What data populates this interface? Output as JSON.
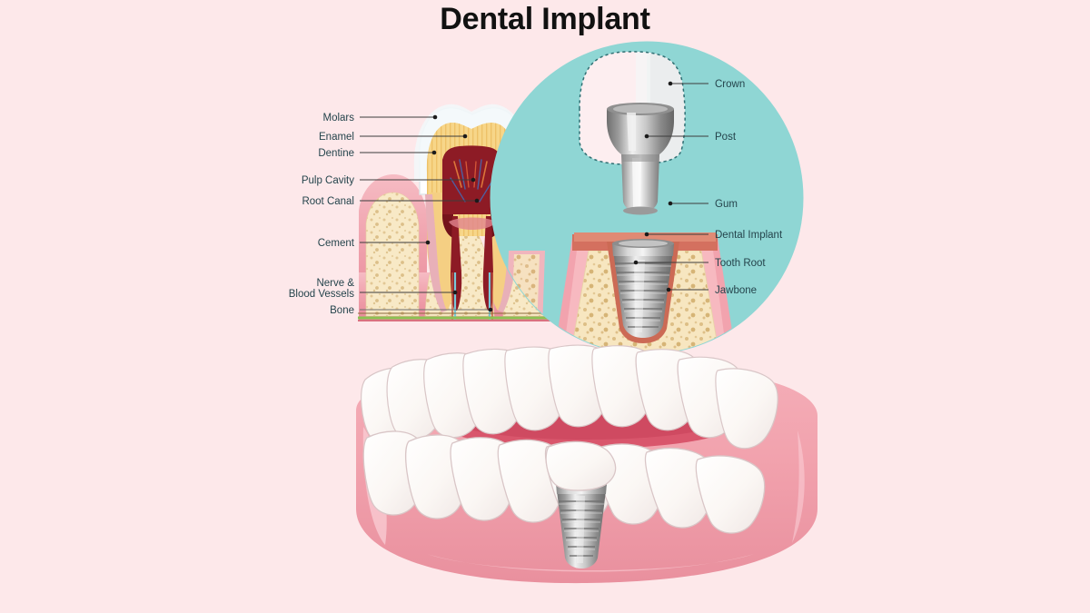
{
  "page": {
    "title": "Dental Implant",
    "background_color": "#fde8ea"
  },
  "colors": {
    "background": "#fde8ea",
    "inset_circle": "#8fd6d4",
    "label_text": "#25444c",
    "title_text": "#111111",
    "gum_pink": "#f0a7b1",
    "gum_deep": "#d9556a",
    "tooth_white": "#fdfdfb",
    "bone_cream": "#f7e7c3",
    "enamel": "#ffffff",
    "dentine_yellow": "#f6d27f",
    "pulp_red": "#8d1b25",
    "metal_gray": "#9a9a9a",
    "metal_dark": "#6e6e6e",
    "metal_light": "#e3e3e3",
    "connector_teal": "#7ecbc9"
  },
  "left_labels": [
    {
      "text": "Molars",
      "lines": [
        "Molars"
      ]
    },
    {
      "text": "Enamel",
      "lines": [
        "Enamel"
      ]
    },
    {
      "text": "Dentine",
      "lines": [
        "Dentine"
      ]
    },
    {
      "text": "Pulp Cavity",
      "lines": [
        "Pulp Cavity"
      ]
    },
    {
      "text": "Root Canal",
      "lines": [
        "Root Canal"
      ]
    },
    {
      "text": "Cement",
      "lines": [
        "Cement"
      ]
    },
    {
      "text": "Nerve & Blood Vessels",
      "lines": [
        "Nerve &",
        "Blood Vessels"
      ]
    },
    {
      "text": "Bone",
      "lines": [
        "Bone"
      ]
    }
  ],
  "right_labels": [
    {
      "text": "Crown"
    },
    {
      "text": "Post"
    },
    {
      "text": "Gum"
    },
    {
      "text": "Dental Implant"
    },
    {
      "text": "Tooth Root"
    },
    {
      "text": "Jawbone"
    }
  ],
  "diagram": {
    "cross_section_name": "tooth-cross-section",
    "inset_name": "implant-magnified-inset",
    "jaw_name": "lower-jaw-arch",
    "connector_name": "inset-connector-line"
  }
}
